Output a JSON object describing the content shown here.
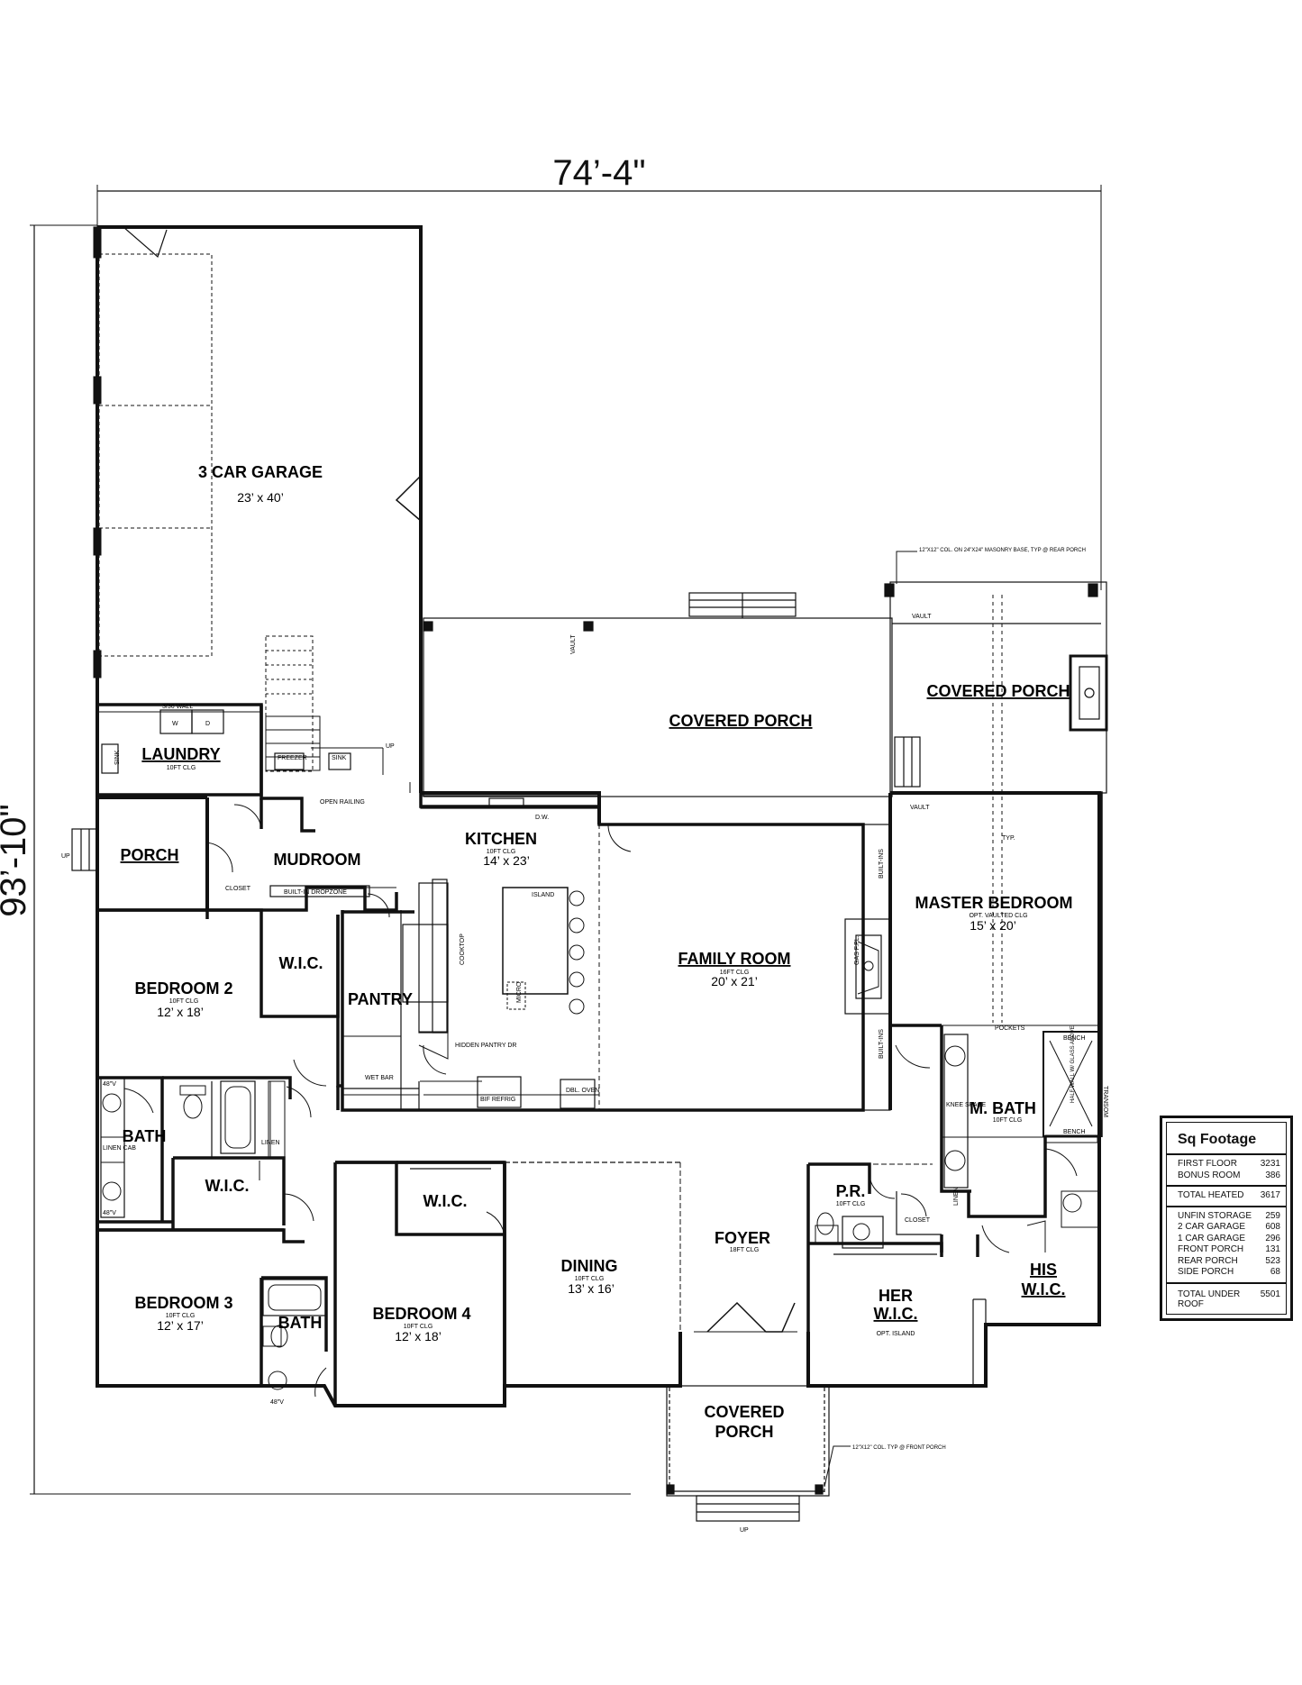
{
  "dimensions": {
    "width": "74’-4\"",
    "depth": "93’-10\""
  },
  "rooms": {
    "garage": {
      "name": "3 CAR GARAGE",
      "size": "23’ x 40’"
    },
    "laundry": {
      "name": "LAUNDRY",
      "note": "10FT CLG",
      "washer": "W",
      "dryer": "D",
      "wall": "3/36 WALL",
      "sink": "SINK"
    },
    "porch_side": {
      "name": "PORCH",
      "up": "UP"
    },
    "mudroom": {
      "name": "MUDROOM",
      "closet": "CLOSET",
      "dropzone": "BUILT-IN DROPZONE",
      "railing": "OPEN RAILING",
      "freezer": "FREEZER",
      "sink": "SINK",
      "up": "UP"
    },
    "kitchen": {
      "name": "KITCHEN",
      "note": "10FT CLG",
      "size": "14’ x 23’",
      "island": "ISLAND",
      "dw": "D.W.",
      "cooktop": "COOKTOP",
      "micro": "MICRO",
      "pantry_door": "HIDDEN PANTRY DR",
      "wet_bar": "WET BAR",
      "fridge": "BIF REFRIG",
      "oven": "DBL. OVEN"
    },
    "pantry": {
      "name": "PANTRY"
    },
    "covered_porch_rear": {
      "name": "COVERED PORCH",
      "vault": "VAULT"
    },
    "covered_porch_side": {
      "name": "COVERED PORCH",
      "vault": "VAULT",
      "col_note": "12\"X12\" COL. ON 24\"X24\" MASONRY BASE, TYP @ REAR PORCH"
    },
    "family": {
      "name": "FAMILY ROOM",
      "note": "16FT CLG",
      "size": "20’ x 21’",
      "builtins": "BUILT-INS",
      "fireplace": "GAS F.PL."
    },
    "master": {
      "name": "MASTER BEDROOM",
      "note": "OPT. VAULTED CLG",
      "size": "15’ x 20’",
      "typ": "TYP.",
      "pockets": "POCKETS",
      "vault": "VAULT"
    },
    "mbath": {
      "name": "M. BATH",
      "note": "10FT CLG",
      "bench": "BENCH",
      "knee": "KNEE SPACE",
      "linen": "LINEN",
      "transom": "TRANSOM",
      "shower_note": "HALF WALL W/ GLASS ABOVE"
    },
    "bedroom2": {
      "name": "BEDROOM 2",
      "note": "10FT CLG",
      "size": "12’ x 18’"
    },
    "wic1": {
      "name": "W.I.C."
    },
    "bath1": {
      "name": "BATH",
      "linen": "LINEN CAB",
      "mirror": "48\"V",
      "linen2": "LINEN"
    },
    "wic2": {
      "name": "W.I.C."
    },
    "bedroom3": {
      "name": "BEDROOM 3",
      "note": "10FT CLG",
      "size": "12’ x 17’"
    },
    "bath2": {
      "name": "BATH",
      "mirror": "48\"V"
    },
    "bedroom4": {
      "name": "BEDROOM 4",
      "note": "10FT CLG",
      "size": "12’ x 18’"
    },
    "wic3": {
      "name": "W.I.C."
    },
    "dining": {
      "name": "DINING",
      "note": "10FT CLG",
      "size": "13’ x 16’"
    },
    "foyer": {
      "name": "FOYER",
      "note": "18FT CLG"
    },
    "covered_porch_front": {
      "name_line1": "COVERED",
      "name_line2": "PORCH",
      "up": "UP",
      "col_note": "12\"X12\" COL. TYP @ FRONT PORCH"
    },
    "pr": {
      "name": "P.R.",
      "note": "10FT CLG",
      "closet": "CLOSET"
    },
    "her_wic": {
      "name_line1": "HER",
      "name_line2": "W.I.C.",
      "note": "OPT. ISLAND"
    },
    "his_wic": {
      "name_line1": "HIS",
      "name_line2": "W.I.C."
    }
  },
  "sq_footage": {
    "title": "Sq Footage",
    "group1": [
      {
        "label": "FIRST FLOOR",
        "value": "3231"
      },
      {
        "label": "BONUS ROOM",
        "value": "386"
      }
    ],
    "heated": {
      "label": "TOTAL HEATED",
      "value": "3617"
    },
    "group2": [
      {
        "label": "UNFIN STORAGE",
        "value": "259"
      },
      {
        "label": "2 CAR GARAGE",
        "value": "608"
      },
      {
        "label": "1 CAR GARAGE",
        "value": "296"
      },
      {
        "label": "FRONT PORCH",
        "value": "131"
      },
      {
        "label": "REAR PORCH",
        "value": "523"
      },
      {
        "label": "SIDE PORCH",
        "value": "68"
      }
    ],
    "total": {
      "label": "TOTAL UNDER ROOF",
      "value": "5501"
    }
  }
}
